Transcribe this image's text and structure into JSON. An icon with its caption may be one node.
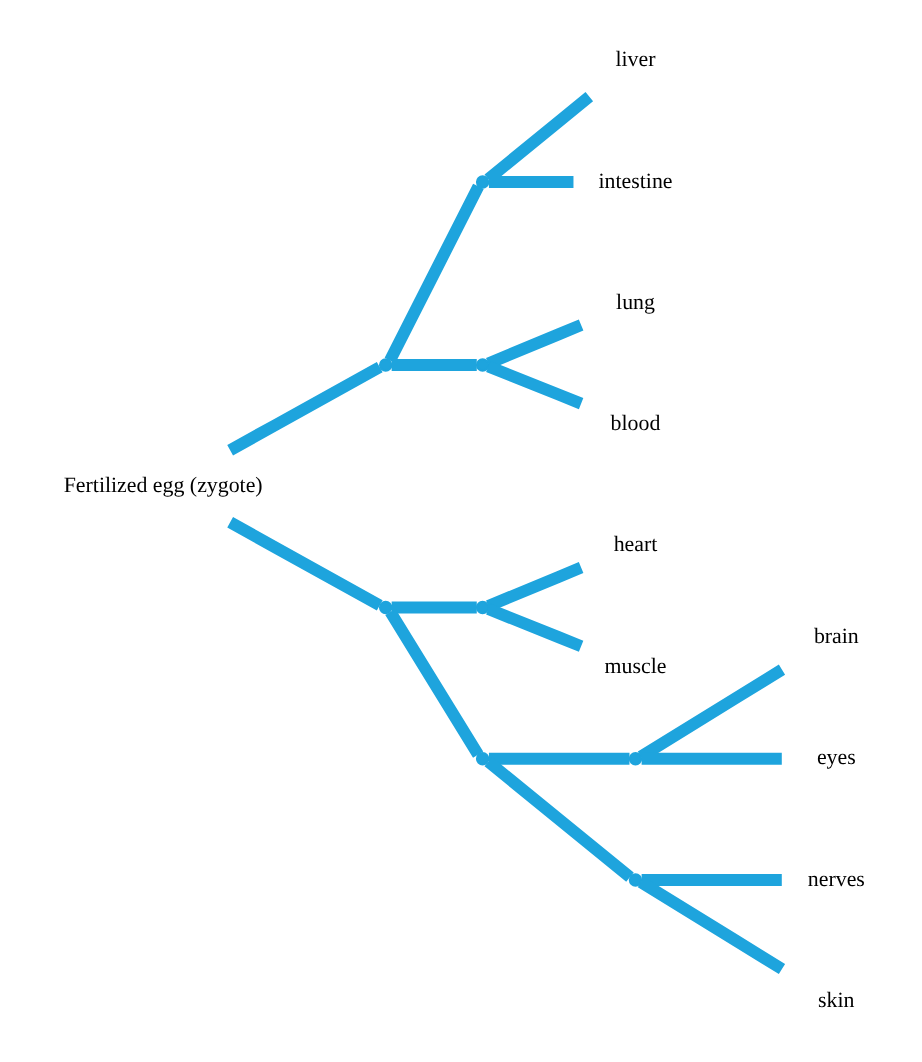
{
  "diagram": {
    "nodes": [
      {
        "text": [
          "Fertilized egg (zygote)"
        ]
      },
      {
        "text": [],
        "shape": "point"
      },
      {
        "text": [],
        "shape": "point"
      },
      {
        "text": [],
        "shape": "point"
      },
      {
        "text": [
          "liver"
        ]
      },
      {
        "text": [
          "intestine"
        ]
      },
      {
        "text": [],
        "shape": "point"
      },
      {
        "text": [
          "lung"
        ]
      },
      {
        "text": [
          "blood"
        ]
      },
      {
        "text": [],
        "shape": "point"
      },
      {
        "text": [
          "heart"
        ]
      },
      {
        "text": [
          "muscle"
        ]
      },
      {
        "text": [],
        "shape": "point"
      },
      {
        "text": [],
        "shape": "point"
      },
      {
        "text": [
          "brain"
        ]
      },
      {
        "text": [
          "eyes"
        ]
      },
      {
        "text": [],
        "shape": "point"
      },
      {
        "text": [
          "nerves"
        ]
      },
      {
        "text": [
          "skin"
        ]
      }
    ],
    "edges": [
      {
        "from": 0,
        "to": 1,
        "arrow": "none"
      },
      {
        "from": 0,
        "to": 2,
        "arrow": "none"
      },
      {
        "from": 1,
        "to": 3,
        "arrow": "none"
      },
      {
        "from": 3,
        "to": 4,
        "arrow": "none"
      },
      {
        "from": 3,
        "to": 5,
        "arrow": "none"
      },
      {
        "from": 1,
        "to": 6,
        "arrow": "none"
      },
      {
        "from": 6,
        "to": 7,
        "arrow": "none"
      },
      {
        "from": 6,
        "to": 8,
        "arrow": "none"
      },
      {
        "from": 2,
        "to": 9,
        "arrow": "none"
      },
      {
        "from": 9,
        "to": 10,
        "arrow": "none"
      },
      {
        "from": 9,
        "to": 11,
        "arrow": "none"
      },
      {
        "from": 2,
        "to": 12,
        "arrow": "none"
      },
      {
        "from": 12,
        "to": 13,
        "arrow": "none"
      },
      {
        "from": 13,
        "to": 14,
        "arrow": "none"
      },
      {
        "from": 13,
        "to": 15,
        "arrow": "none"
      },
      {
        "from": 12,
        "to": 16,
        "arrow": "none"
      },
      {
        "from": 16,
        "to": 17,
        "arrow": "none"
      },
      {
        "from": 16,
        "to": 18,
        "arrow": "none"
      }
    ]
  }
}
